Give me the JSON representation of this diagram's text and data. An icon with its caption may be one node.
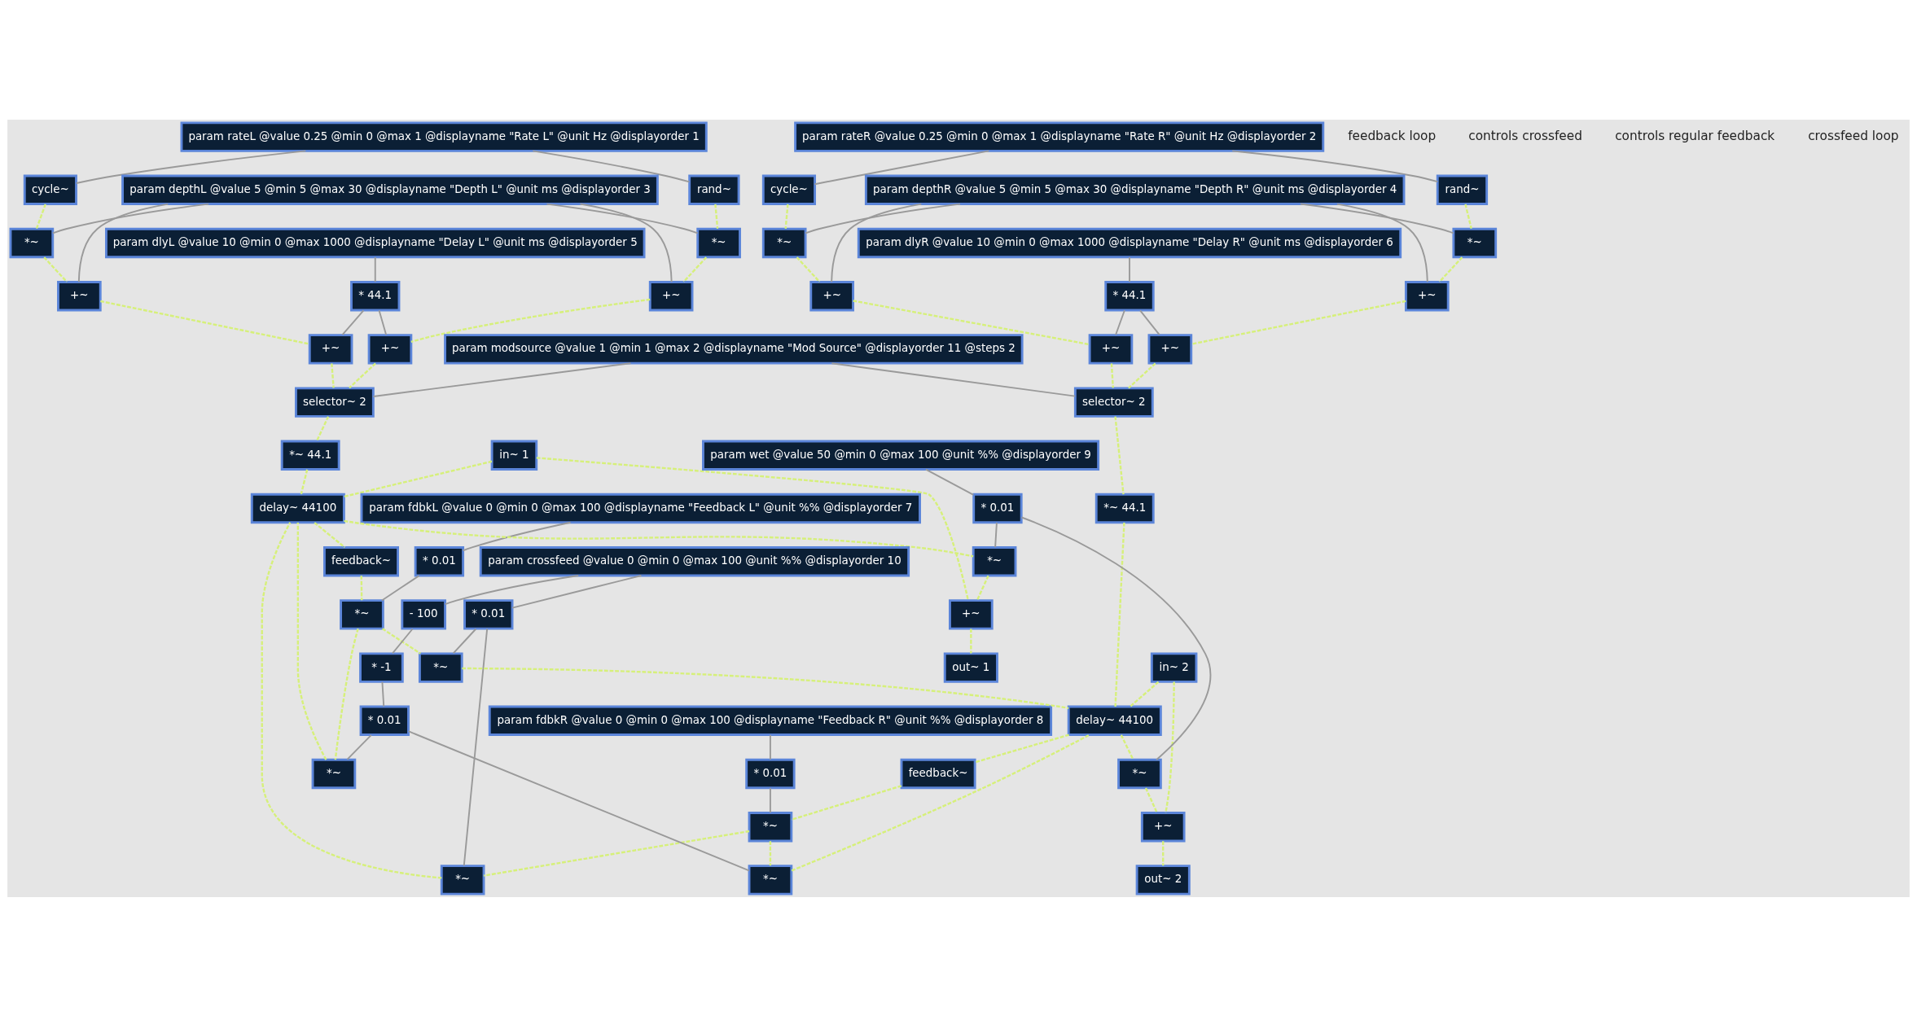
{
  "diagram": {
    "nodes": [
      {
        "text": [
          "rand~"
        ]
      },
      {
        "text": [
          "cycle~"
        ]
      },
      {
        "text": [
          "*~"
        ]
      },
      {
        "text": [
          "*~"
        ]
      },
      {
        "text": [
          "+~"
        ]
      },
      {
        "text": [
          "+~"
        ]
      },
      {
        "text": [
          "+~"
        ]
      },
      {
        "text": [
          "+~"
        ]
      },
      {
        "text": [
          "rand~"
        ]
      },
      {
        "text": [
          "cycle~"
        ]
      },
      {
        "text": [
          "*~"
        ]
      },
      {
        "text": [
          "*~"
        ]
      },
      {
        "text": [
          "+~"
        ]
      },
      {
        "text": [
          "+~"
        ]
      },
      {
        "text": [
          "+~"
        ]
      },
      {
        "text": [
          "+~"
        ]
      },
      {
        "text": [
          "param rateL @value 0.25 @min 0 @max 1 @displayname \"Rate L\" @unit Hz @displayorder 1"
        ]
      },
      {
        "text": [
          "param rateR @value 0.25 @min 0 @max 1 @displayname \"Rate R\" @unit Hz @displayorder 2"
        ]
      },
      {
        "text": [
          "param depthL @value 5 @min 5 @max 30 @displayname \"Depth L\" @unit ms @displayorder 3"
        ]
      },
      {
        "text": [
          "param depthR @value 5 @min 5 @max 30 @displayname \"Depth R\" @unit ms @displayorder 4"
        ]
      },
      {
        "text": [
          "param dlyL @value 10 @min 0 @max 1000 @displayname \"Delay L\" @unit ms @displayorder 5"
        ]
      },
      {
        "text": [
          "param dlyR @value 10 @min 0 @max 1000 @displayname \"Delay R\" @unit ms @displayorder 6"
        ]
      },
      {
        "text": [
          "* 44.1"
        ]
      },
      {
        "text": [
          "* 44.1"
        ]
      },
      {
        "text": [
          "in~ 1"
        ]
      },
      {
        "text": [
          "selector~ 2"
        ]
      },
      {
        "text": [
          "in~ 2"
        ]
      },
      {
        "text": [
          "selector~ 2"
        ]
      },
      {
        "text": [
          "*~ 44.1"
        ]
      },
      {
        "text": [
          "*~ 44.1"
        ]
      },
      {
        "text": [
          "param fdbkL @value 0 @min 0 @max 100 @displayname \"Feedback L\" @unit %% @displayorder 7"
        ]
      },
      {
        "text": [
          "param fdbkR @value 0 @min 0 @max 100 @displayname \"Feedback R\" @unit %% @displayorder 8"
        ]
      },
      {
        "text": [
          "* 0.01"
        ]
      },
      {
        "text": [
          "* 0.01"
        ]
      },
      {
        "text": [
          "*~"
        ]
      },
      {
        "text": [
          "delay~ 44100"
        ]
      },
      {
        "text": [
          "*~"
        ]
      },
      {
        "text": [
          "delay~ 44100"
        ]
      },
      {
        "text": [
          "feedback~"
        ]
      },
      {
        "text": [
          "feedback~"
        ]
      },
      {
        "text": [
          "*~"
        ]
      },
      {
        "text": [
          "*~"
        ]
      },
      {
        "text": [
          "param modsource @value 1 @min 1 @max 2 @displayname \"Mod Source\" @displayorder 11 @steps 2"
        ]
      },
      {
        "text": [
          "*~"
        ]
      },
      {
        "text": [
          "*~"
        ]
      },
      {
        "text": [
          "param wet @value 50 @min 0 @max 100 @unit %% @displayorder 9"
        ]
      },
      {
        "text": [
          "* 0.01"
        ]
      },
      {
        "text": [
          "+~"
        ]
      },
      {
        "text": [
          "+~"
        ]
      },
      {
        "text": [
          "param crossfeed @value 0 @min 0 @max 100 @unit %% @displayorder 10"
        ]
      },
      {
        "text": [
          "out~ 1"
        ]
      },
      {
        "text": [
          "out~ 2"
        ]
      },
      {
        "text": [
          "* 0.01"
        ]
      },
      {
        "text": [
          "- 100"
        ]
      },
      {
        "text": [
          "*~"
        ]
      },
      {
        "text": [
          "*~"
        ]
      },
      {
        "text": [
          "* -1"
        ]
      },
      {
        "text": [
          "* 0.01"
        ]
      }
    ],
    "edges": [
      {
        "from": 16,
        "to": 0,
        "arrow": "none"
      },
      {
        "from": 16,
        "to": 1,
        "arrow": "none"
      },
      {
        "from": 17,
        "to": 8,
        "arrow": "none"
      },
      {
        "from": 17,
        "to": 9,
        "arrow": "none"
      },
      {
        "from": 0,
        "to": 2,
        "arrow": "none",
        "style": "dashed",
        "color": "#d6f07a"
      },
      {
        "from": 1,
        "to": 3,
        "arrow": "none",
        "style": "dashed",
        "color": "#d6f07a"
      },
      {
        "from": 8,
        "to": 10,
        "arrow": "none",
        "style": "dashed",
        "color": "#d6f07a"
      },
      {
        "from": 9,
        "to": 11,
        "arrow": "none",
        "style": "dashed",
        "color": "#d6f07a"
      },
      {
        "from": 18,
        "to": 2,
        "arrow": "none"
      },
      {
        "from": 18,
        "to": 3,
        "arrow": "none"
      },
      {
        "from": 19,
        "to": 10,
        "arrow": "none"
      },
      {
        "from": 19,
        "to": 11,
        "arrow": "none"
      },
      {
        "from": 2,
        "to": 4,
        "arrow": "none",
        "style": "dashed",
        "color": "#d6f07a"
      },
      {
        "from": 3,
        "to": 5,
        "arrow": "none",
        "style": "dashed",
        "color": "#d6f07a"
      },
      {
        "from": 10,
        "to": 12,
        "arrow": "none",
        "style": "dashed",
        "color": "#d6f07a"
      },
      {
        "from": 11,
        "to": 13,
        "arrow": "none",
        "style": "dashed",
        "color": "#d6f07a"
      },
      {
        "from": 18,
        "to": 4,
        "arrow": "none"
      },
      {
        "from": 18,
        "to": 5,
        "arrow": "none"
      },
      {
        "from": 19,
        "to": 12,
        "arrow": "none"
      },
      {
        "from": 19,
        "to": 13,
        "arrow": "none"
      },
      {
        "from": 4,
        "to": 6,
        "arrow": "none",
        "style": "dashed",
        "color": "#d6f07a"
      },
      {
        "from": 5,
        "to": 7,
        "arrow": "none",
        "style": "dashed",
        "color": "#d6f07a"
      },
      {
        "from": 12,
        "to": 14,
        "arrow": "none",
        "style": "dashed",
        "color": "#d6f07a"
      },
      {
        "from": 13,
        "to": 15,
        "arrow": "none",
        "style": "dashed",
        "color": "#d6f07a"
      },
      {
        "from": 20,
        "to": 22,
        "arrow": "none"
      },
      {
        "from": 21,
        "to": 23,
        "arrow": "none"
      },
      {
        "from": 22,
        "to": 6,
        "arrow": "none"
      },
      {
        "from": 22,
        "to": 7,
        "arrow": "none"
      },
      {
        "from": 23,
        "to": 14,
        "arrow": "none"
      },
      {
        "from": 23,
        "to": 15,
        "arrow": "none"
      },
      {
        "from": 42,
        "to": 25,
        "arrow": "none"
      },
      {
        "from": 42,
        "to": 27,
        "arrow": "none"
      },
      {
        "from": 6,
        "to": 25,
        "arrow": "none",
        "style": "dashed",
        "color": "#d6f07a"
      },
      {
        "from": 7,
        "to": 25,
        "arrow": "none",
        "style": "dashed",
        "color": "#d6f07a"
      },
      {
        "from": 14,
        "to": 27,
        "arrow": "none",
        "style": "dashed",
        "color": "#d6f07a"
      },
      {
        "from": 15,
        "to": 27,
        "arrow": "none",
        "style": "dashed",
        "color": "#d6f07a"
      },
      {
        "from": 25,
        "to": 28,
        "arrow": "none",
        "style": "dashed",
        "color": "#d6f07a"
      },
      {
        "from": 27,
        "to": 29,
        "arrow": "none",
        "style": "dashed",
        "color": "#d6f07a"
      },
      {
        "from": 28,
        "to": 35,
        "arrow": "none",
        "style": "dashed",
        "color": "#d6f07a"
      },
      {
        "from": 29,
        "to": 37,
        "arrow": "none",
        "style": "dashed",
        "color": "#d6f07a"
      },
      {
        "from": 24,
        "to": 35,
        "arrow": "none",
        "style": "dashed",
        "color": "#d6f07a"
      },
      {
        "from": 26,
        "to": 37,
        "arrow": "none",
        "style": "dashed",
        "color": "#d6f07a"
      },
      {
        "from": 24,
        "to": 47,
        "arrow": "none",
        "style": "dashed",
        "color": "#d6f07a"
      },
      {
        "from": 26,
        "to": 48,
        "arrow": "none",
        "style": "dashed",
        "color": "#d6f07a"
      },
      {
        "from": 35,
        "to": 38,
        "arrow": "none",
        "style": "dashed",
        "color": "#d6f07a"
      },
      {
        "from": 37,
        "to": 39,
        "arrow": "none",
        "style": "dashed",
        "color": "#d6f07a"
      },
      {
        "from": 30,
        "to": 32,
        "arrow": "none"
      },
      {
        "from": 31,
        "to": 33,
        "arrow": "none"
      },
      {
        "from": 38,
        "to": 40,
        "arrow": "none",
        "style": "dashed",
        "color": "#d6f07a"
      },
      {
        "from": 39,
        "to": 41,
        "arrow": "none",
        "style": "dashed",
        "color": "#d6f07a"
      },
      {
        "from": 32,
        "to": 40,
        "arrow": "none"
      },
      {
        "from": 33,
        "to": 41,
        "arrow": "none"
      },
      {
        "from": 40,
        "to": 34,
        "arrow": "none",
        "style": "dashed",
        "color": "#d6f07a"
      },
      {
        "from": 41,
        "to": 36,
        "arrow": "none",
        "style": "dashed",
        "color": "#d6f07a"
      },
      {
        "from": 57,
        "to": 34,
        "arrow": "none"
      },
      {
        "from": 57,
        "to": 36,
        "arrow": "none"
      },
      {
        "from": 34,
        "to": 35,
        "arrow": "none",
        "style": "dashed",
        "color": "#d6f07a"
      },
      {
        "from": 36,
        "to": 37,
        "arrow": "none",
        "style": "dashed",
        "color": "#d6f07a"
      },
      {
        "from": 35,
        "to": 43,
        "arrow": "none",
        "style": "dashed",
        "color": "#d6f07a"
      },
      {
        "from": 37,
        "to": 44,
        "arrow": "none",
        "style": "dashed",
        "color": "#d6f07a"
      },
      {
        "from": 45,
        "to": 46,
        "arrow": "none"
      },
      {
        "from": 46,
        "to": 43,
        "arrow": "none"
      },
      {
        "from": 46,
        "to": 44,
        "arrow": "none"
      },
      {
        "from": 43,
        "to": 47,
        "arrow": "none",
        "style": "dashed",
        "color": "#d6f07a"
      },
      {
        "from": 44,
        "to": 48,
        "arrow": "none",
        "style": "dashed",
        "color": "#d6f07a"
      },
      {
        "from": 47,
        "to": 50,
        "arrow": "none",
        "style": "dashed",
        "color": "#d6f07a"
      },
      {
        "from": 48,
        "to": 51,
        "arrow": "none",
        "style": "dashed",
        "color": "#d6f07a"
      },
      {
        "from": 49,
        "to": 52,
        "arrow": "none"
      },
      {
        "from": 49,
        "to": 53,
        "arrow": "none"
      },
      {
        "from": 53,
        "to": 56,
        "arrow": "none"
      },
      {
        "from": 56,
        "to": 57,
        "arrow": "none"
      },
      {
        "from": 40,
        "to": 54,
        "arrow": "none",
        "style": "dashed",
        "color": "#d6f07a"
      },
      {
        "from": 41,
        "to": 55,
        "arrow": "none",
        "style": "dashed",
        "color": "#d6f07a"
      },
      {
        "from": 52,
        "to": 54,
        "arrow": "none"
      },
      {
        "from": 52,
        "to": 55,
        "arrow": "none"
      },
      {
        "from": 54,
        "to": 37,
        "arrow": "none",
        "style": "dashed",
        "color": "#d6f07a"
      },
      {
        "from": 55,
        "to": 35,
        "arrow": "none",
        "style": "dashed",
        "color": "#d6f07a"
      }
    ],
    "labels": [
      "feedback loop",
      "controls crossfeed",
      "controls regular feedback",
      "crossfeed loop"
    ]
  }
}
